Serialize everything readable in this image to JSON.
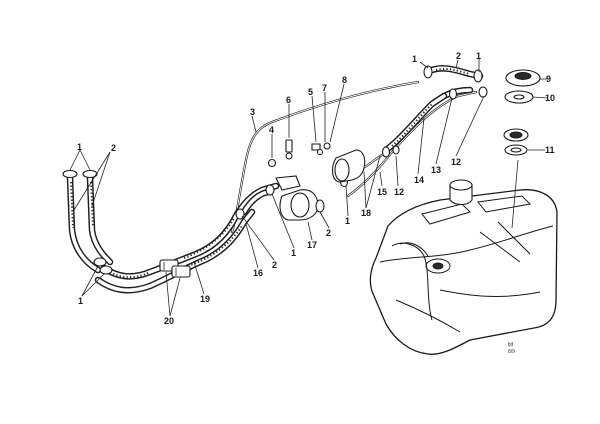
{
  "diagram": {
    "part_labels": [
      {
        "id": "top-1a",
        "text": "1"
      },
      {
        "id": "top-2",
        "text": "2"
      },
      {
        "id": "top-1b",
        "text": "1"
      },
      {
        "id": "p9",
        "text": "9"
      },
      {
        "id": "p10",
        "text": "10"
      },
      {
        "id": "p11",
        "text": "11"
      },
      {
        "id": "p3",
        "text": "3"
      },
      {
        "id": "p6",
        "text": "6"
      },
      {
        "id": "p5",
        "text": "5"
      },
      {
        "id": "p7",
        "text": "7"
      },
      {
        "id": "p8",
        "text": "8"
      },
      {
        "id": "p4",
        "text": "4"
      },
      {
        "id": "p13",
        "text": "13"
      },
      {
        "id": "p12a",
        "text": "12"
      },
      {
        "id": "p14",
        "text": "14"
      },
      {
        "id": "p12b",
        "text": "12"
      },
      {
        "id": "p15",
        "text": "15"
      },
      {
        "id": "p18",
        "text": "18"
      },
      {
        "id": "p1mid",
        "text": "1"
      },
      {
        "id": "p2mid",
        "text": "2"
      },
      {
        "id": "p17",
        "text": "17"
      },
      {
        "id": "p2b",
        "text": "2"
      },
      {
        "id": "p1b",
        "text": "1"
      },
      {
        "id": "p16",
        "text": "16"
      },
      {
        "id": "p19",
        "text": "19"
      },
      {
        "id": "p20",
        "text": "20"
      },
      {
        "id": "left-1",
        "text": "1"
      },
      {
        "id": "left-2",
        "text": "2"
      },
      {
        "id": "left-1b",
        "text": "1"
      }
    ],
    "reference": {
      "line1": "fjd",
      "line2": "8/9"
    }
  }
}
